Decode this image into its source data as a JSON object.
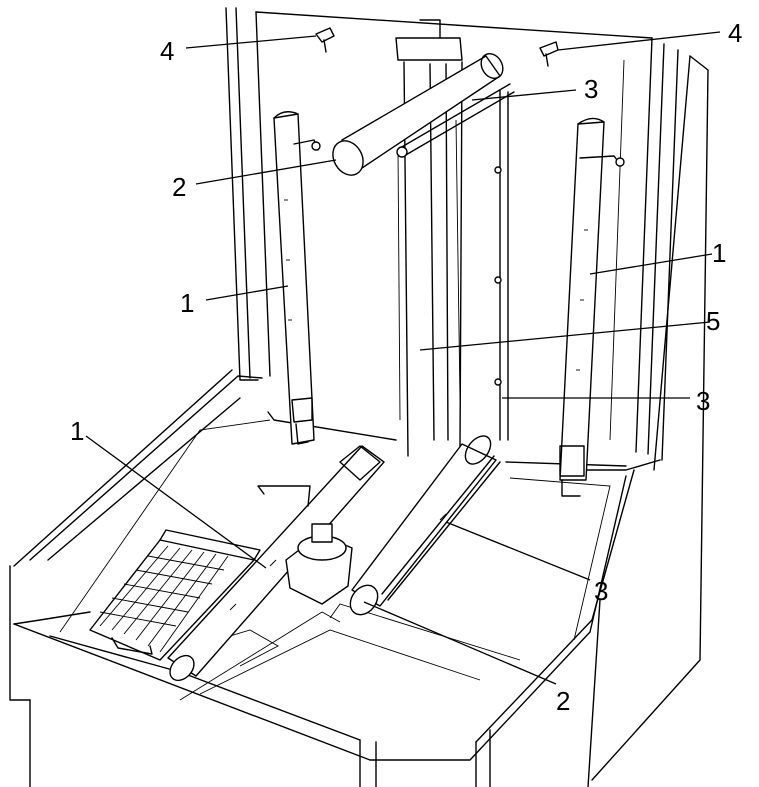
{
  "callouts": [
    {
      "id": "c4-left",
      "text": "4"
    },
    {
      "id": "c4-right",
      "text": "4"
    },
    {
      "id": "c3-top",
      "text": "3"
    },
    {
      "id": "c2-top",
      "text": "2"
    },
    {
      "id": "c1-right",
      "text": "1"
    },
    {
      "id": "c1-left",
      "text": "1"
    },
    {
      "id": "c5",
      "text": "5"
    },
    {
      "id": "c3-mid",
      "text": "3"
    },
    {
      "id": "c1-bottom",
      "text": "1"
    },
    {
      "id": "c3-bottom",
      "text": "3"
    },
    {
      "id": "c2-bottom",
      "text": "2"
    }
  ]
}
